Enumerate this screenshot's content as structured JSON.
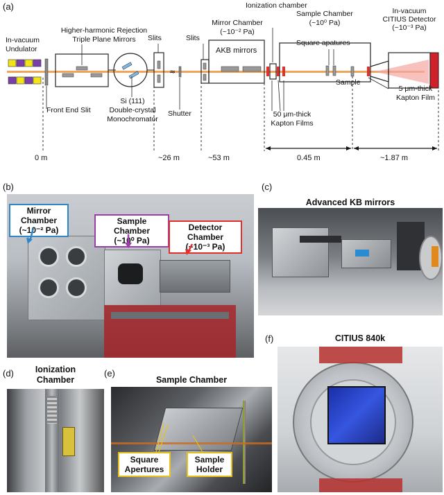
{
  "panel_a": {
    "panel_label": "(a)",
    "labels": {
      "undulator": [
        "In-vacuum",
        "Undulator"
      ],
      "hhr_mirrors": [
        "Higher-harmonic Rejection",
        "Triple Plane Mirrors"
      ],
      "slits_1": "Slits",
      "slits_2": "Slits",
      "mirror_chamber": [
        "Mirror Chamber",
        "(~10⁻² Pa)"
      ],
      "ionization_chamber": "Ionization chamber",
      "sample_chamber": [
        "Sample Chamber",
        "(~10⁰ Pa)"
      ],
      "citius_detector": [
        "In-vacuum",
        "CITIUS Detector",
        "(~10⁻³ Pa)"
      ],
      "akb_mirrors": "AKB mirrors",
      "square_apertures": "Square apatures",
      "sample": "Sample",
      "front_end_slit": "Front End Slit",
      "monochromator": [
        "Si (111)",
        "Double-crystal",
        "Monochromator"
      ],
      "shutter": "Shutter",
      "kapton_films": [
        "50 μm-thick",
        "Kapton Films"
      ],
      "kapton_film": [
        "5 μm-thick",
        "Kapton Film"
      ]
    },
    "distances": [
      "0 m",
      "~26 m",
      "~53 m",
      "0.45 m",
      "~1.87 m"
    ]
  },
  "panel_b": {
    "panel_label": "(b)",
    "callouts": {
      "mirror": [
        "Mirror Chamber",
        "(~10⁻² Pa)"
      ],
      "sample": [
        "Sample Chamber",
        "(~10⁰ Pa)"
      ],
      "detector": [
        "Detector Chamber",
        "(~10⁻³ Pa)"
      ]
    },
    "colors": {
      "mirror": "#2e86c9",
      "sample": "#9b3fa8",
      "detector": "#e0302c"
    }
  },
  "panel_c": {
    "panel_label": "(c)",
    "title": "Advanced KB mirrors"
  },
  "panel_d": {
    "panel_label": "(d)",
    "title": [
      "Ionization",
      "Chamber"
    ]
  },
  "panel_e": {
    "panel_label": "(e)",
    "title": "Sample Chamber",
    "callouts": {
      "apertures": [
        "Square",
        "Apertures"
      ],
      "holder": [
        "Sample",
        "Holder"
      ]
    }
  },
  "panel_f": {
    "panel_label": "(f)",
    "title": "CITIUS 840k"
  }
}
